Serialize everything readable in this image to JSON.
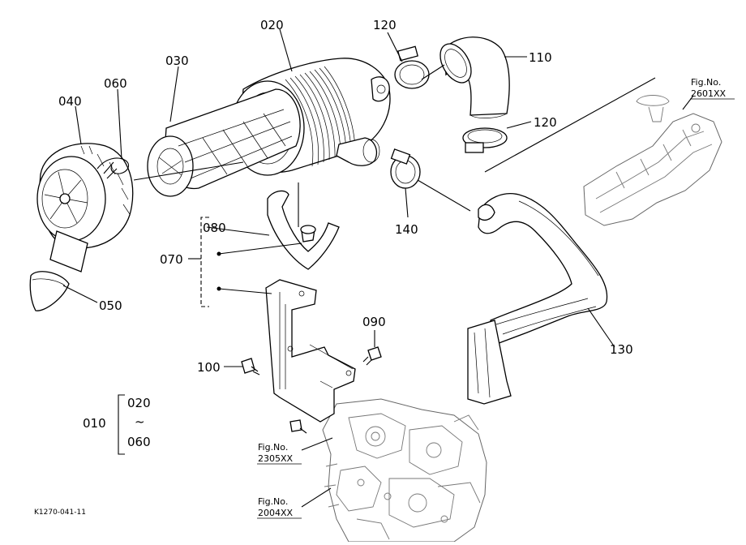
{
  "part_labels": {
    "p010": "010",
    "p020": "020",
    "p030": "030",
    "p040": "040",
    "p050": "050",
    "p060": "060",
    "p070": "070",
    "p080": "080",
    "p090": "090",
    "p100": "100",
    "p110": "110",
    "p120_top": "120",
    "p120_mid": "120",
    "p130": "130",
    "p140": "140"
  },
  "set_range": {
    "from": "020",
    "tilde": "~",
    "to": "060"
  },
  "figure_refs": {
    "fig_2601": {
      "title": "Fig.No.",
      "number": "2601XX"
    },
    "fig_2305": {
      "title": "Fig.No.",
      "number": "2305XX"
    },
    "fig_2004": {
      "title": "Fig.No.",
      "number": "2004XX"
    }
  },
  "drawing_code": "K1270-041-11"
}
